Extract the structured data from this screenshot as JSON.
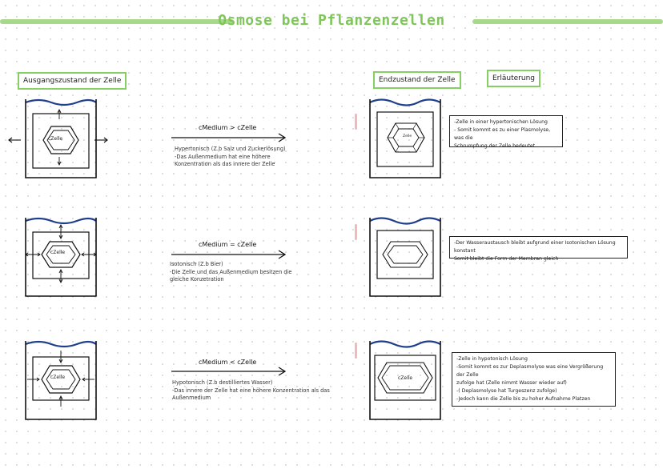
{
  "title": "Osmose bei Pflanzenzellen",
  "labels": {
    "initial": "Ausgangszustand der Zelle",
    "final": "Endzustand der Zelle",
    "explanation": "Erläuterung"
  },
  "cell_label": "cZelle",
  "cell_label_small": "Zelle",
  "colors": {
    "accent_green": "#86cf62",
    "water_blue": "#1f3f8c",
    "marker_pink": "#f3b8b8"
  },
  "rows": [
    {
      "formula": {
        "left": "cMedium",
        "op": ">",
        "right": "cZelle"
      },
      "condition": "Hypertonisch (Z.b Salz und Zuckerlösung)",
      "note_lines": [
        "-Das Außenmedium hat eine höhere",
        "Konzentration als das innere der Zelle"
      ],
      "explanation_lines": [
        "-Zelle in einer  hypertonischen Lösung",
        "- Somit kommt es zu einer Plasmolyse, was die",
        "Schrumpfung der Zelle bedeutet"
      ]
    },
    {
      "formula": {
        "left": "cMedium",
        "op": "=",
        "right": "cZelle"
      },
      "condition": "Isotonisch (Z.b Bier)",
      "note_lines": [
        "-Die Zelle und das Außenmedium besitzen die",
        "gleiche Konzetration"
      ],
      "explanation_lines": [
        "-Der Wasseraustausch bleibt aufgrund einer Isotonischen Lösung konstant",
        "Somit bleibt die Form der Membran gleich"
      ]
    },
    {
      "formula": {
        "left": "cMedium",
        "op": "<",
        "right": "cZelle"
      },
      "condition": "Hypotonisch (Z.b destilliertes Wasser)",
      "note_lines": [
        "-Das innere der Zelle hat eine höhere Konzentration als das",
        "Außenmedium"
      ],
      "explanation_lines": [
        "-Zelle in hypotonisch Lösung",
        "-Somit kommt es zur Deplasmolyse was eine Vergrößerung der Zelle",
        "zufolge hat (Zelle nimmt Wasser wieder auf)",
        "-(  Deplasmolyse hat Turgeszenz zufolge)",
        "-Jedoch kann die Zelle bis zu hoher Aufnahme Platzen"
      ]
    }
  ]
}
